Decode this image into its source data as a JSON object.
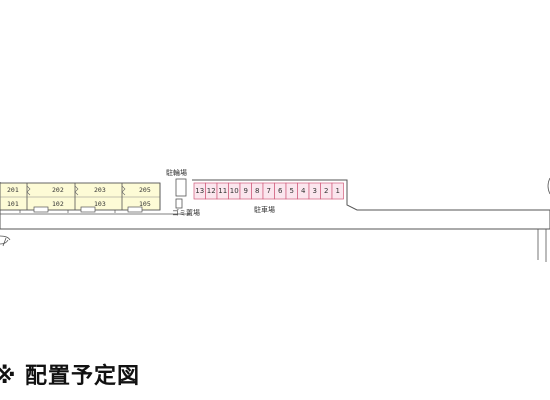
{
  "diagram": {
    "building_units": [
      {
        "upper": "201",
        "lower": "101"
      },
      {
        "upper": "202",
        "lower": "102"
      },
      {
        "upper": "203",
        "lower": "103"
      },
      {
        "upper": "205",
        "lower": "105"
      }
    ],
    "bicycle_parking_label": "駐輪場",
    "garbage_label": "ゴミ置場",
    "parking_label": "駐車場",
    "parking_spaces": [
      "13",
      "12",
      "11",
      "10",
      "9",
      "8",
      "7",
      "6",
      "5",
      "4",
      "3",
      "2",
      "1"
    ],
    "caption": "※ 配置予定図",
    "colors": {
      "building_fill": "#fdfbd6",
      "parking_fill": "#fbe6ee",
      "parking_stroke": "#d05a7a",
      "line": "#555555"
    }
  }
}
